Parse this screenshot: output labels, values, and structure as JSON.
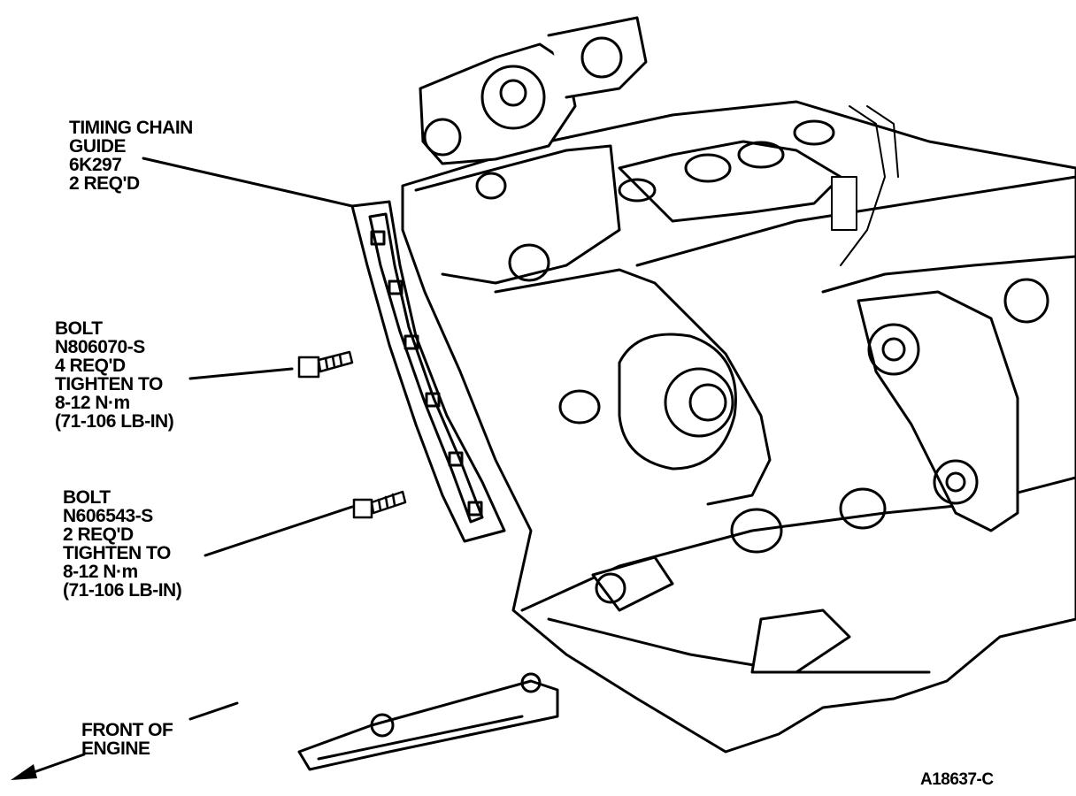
{
  "callouts": {
    "timing_chain_guide": {
      "line1": "TIMING CHAIN",
      "line2": "GUIDE",
      "line3": "6K297",
      "line4": "2 REQ'D"
    },
    "bolt_upper": {
      "line1": "BOLT",
      "line2": "N806070-S",
      "line3": "4 REQ'D",
      "line4": "TIGHTEN TO",
      "line5": "8-12 N·m",
      "line6": "(71-106 LB-IN)"
    },
    "bolt_lower": {
      "line1": "BOLT",
      "line2": "N606543-S",
      "line3": "2 REQ'D",
      "line4": "TIGHTEN TO",
      "line5": "8-12 N·m",
      "line6": "(71-106 LB-IN)"
    },
    "front_of_engine": {
      "line1": "FRONT OF",
      "line2": "ENGINE"
    }
  },
  "figure_id": "A18637-C",
  "colors": {
    "ink": "#000000",
    "paper": "#ffffff"
  }
}
